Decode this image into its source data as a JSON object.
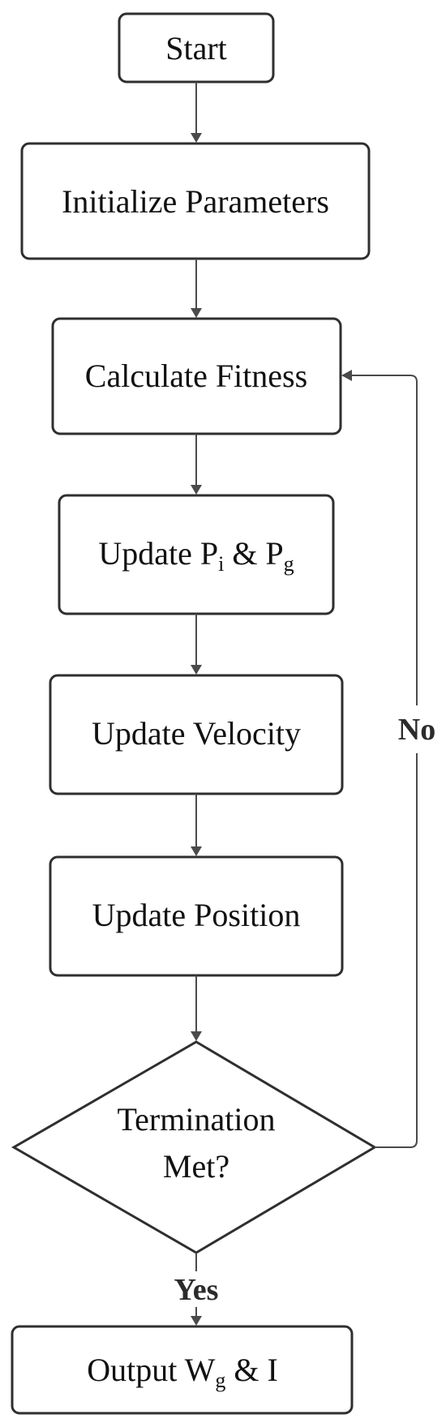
{
  "nodes": {
    "start": {
      "label": "Start"
    },
    "init": {
      "label": "Initialize Parameters"
    },
    "fitness": {
      "label": "Calculate Fitness"
    },
    "update_best": {
      "label": "Update P",
      "sub1": "i",
      "mid": " & P",
      "sub2": "g"
    },
    "velocity": {
      "label": "Update Velocity"
    },
    "position": {
      "label": "Update Position"
    },
    "decision": {
      "line1": "Termination",
      "line2": "Met?"
    },
    "output": {
      "label": "Output W",
      "sub1": "g",
      "mid": " & I"
    }
  },
  "edges": {
    "no_label": "No",
    "yes_label": "Yes"
  }
}
